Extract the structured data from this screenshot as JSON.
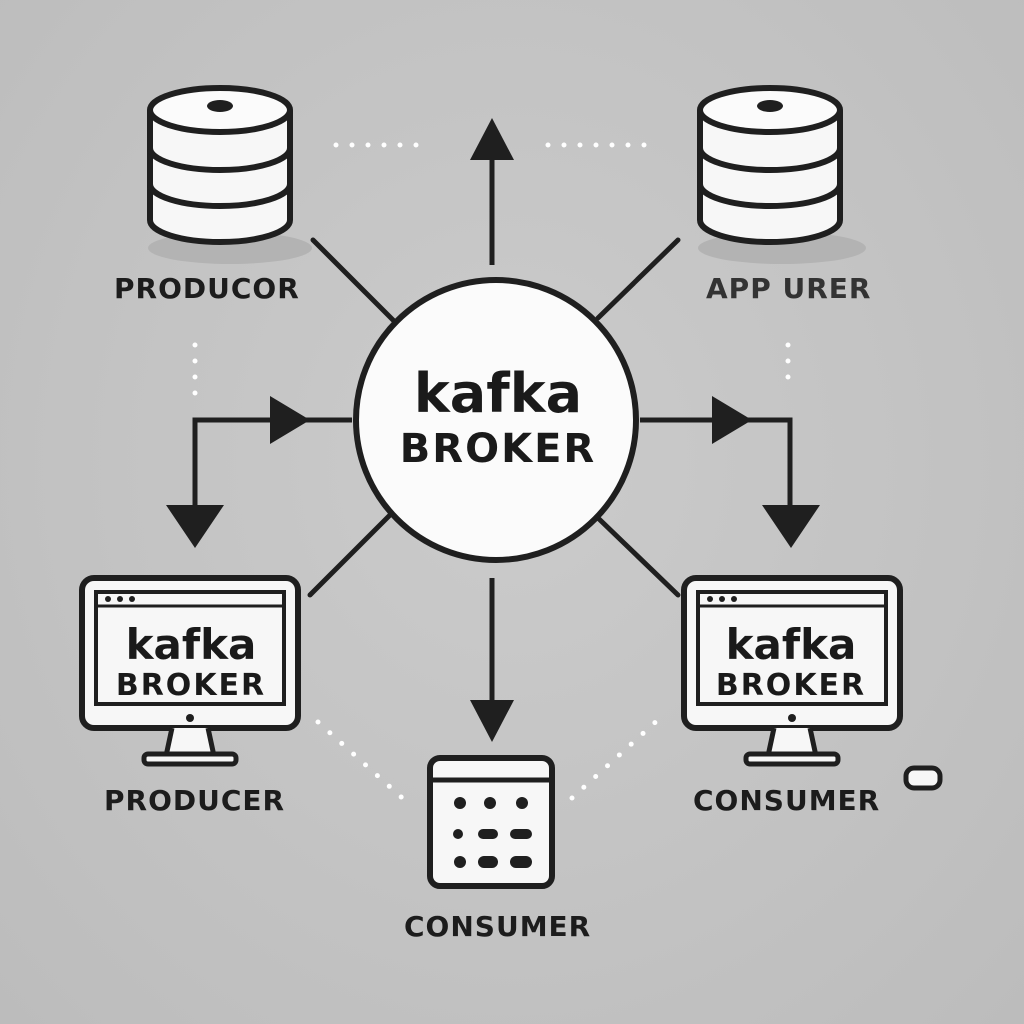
{
  "broker": {
    "title": "kafka",
    "subtitle": "BROKER"
  },
  "nodes": {
    "database_top_left": {
      "label": "PRODUCOR"
    },
    "database_top_right": {
      "label": "APP URER"
    },
    "monitor_left": {
      "label": "PRODUCER",
      "screen_title": "kafka",
      "screen_subtitle": "BROKER"
    },
    "monitor_right": {
      "label": "CONSUMER",
      "screen_title": "kafka",
      "screen_subtitle": "BROKER"
    },
    "server_bottom": {
      "label": "CONSUMER"
    }
  },
  "colors": {
    "background": "#c4c4c4",
    "stroke": "#1f1f1f",
    "fill": "#f7f7f7",
    "dots": "#ffffff"
  },
  "icons": [
    "database-icon",
    "monitor-icon",
    "server-rack-icon",
    "arrow-icon"
  ]
}
